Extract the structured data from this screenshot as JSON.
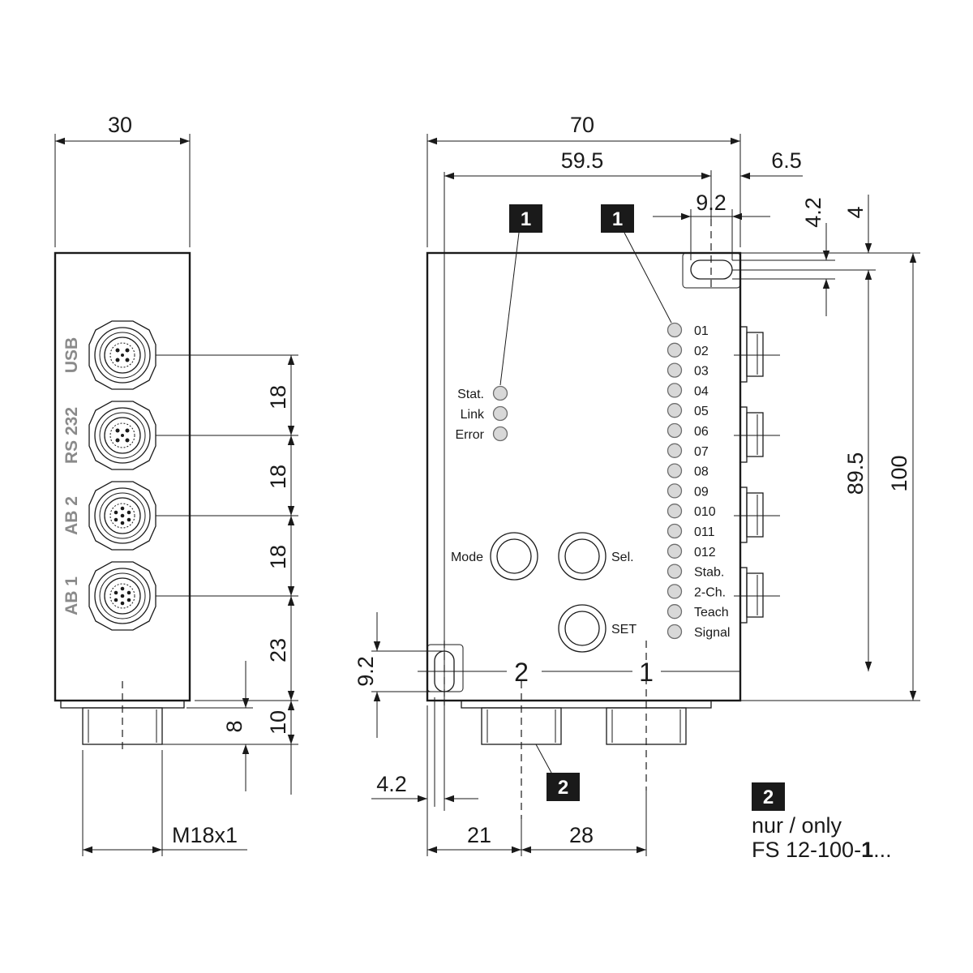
{
  "side_view": {
    "width": "30",
    "ports": [
      "USB",
      "RS 232",
      "AB 2",
      "AB 1"
    ],
    "spacings": [
      "18",
      "18",
      "18",
      "23"
    ],
    "connector_height": "8",
    "base_height": "10",
    "thread": "M18x1"
  },
  "front_view": {
    "width": "70",
    "inner_width": "59.5",
    "right_offset": "6.5",
    "slot_width": "9.2",
    "slot_height": "4.2",
    "top_offset": "4",
    "hole_spacing": "89.5",
    "height": "100",
    "left_slot_height": "9.2",
    "left_slot_offset": "4.2",
    "bottom_dims": [
      "21",
      "28"
    ],
    "callout_1": "1",
    "callout_2": "2",
    "status_leds": [
      "Stat.",
      "Link",
      "Error"
    ],
    "io_leds": [
      "01",
      "02",
      "03",
      "04",
      "05",
      "06",
      "07",
      "08",
      "09",
      "010",
      "011",
      "012",
      "Stab.",
      "2-Ch.",
      "Teach",
      "Signal"
    ],
    "buttons": [
      "Mode",
      "Sel.",
      "SET"
    ],
    "connector_numbers": [
      "2",
      "1"
    ]
  },
  "note": {
    "badge": "2",
    "line1": "nur / only",
    "line2_prefix": "FS 12-100-",
    "line2_bold": "1",
    "line2_suffix": "..."
  }
}
